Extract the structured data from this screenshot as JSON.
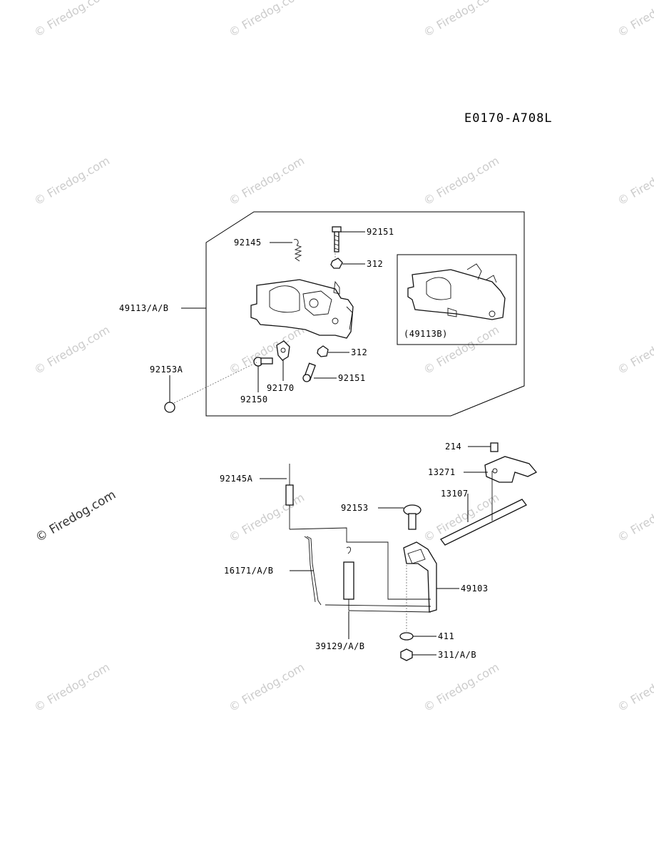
{
  "diagram_code": "E0170-A708L",
  "inset_label": "(49113B)",
  "watermark": "© Firedog.com",
  "parts": {
    "p92145": "92145",
    "p92151_top": "92151",
    "p312_top": "312",
    "p49113": "49113/A/B",
    "p312_bottom": "312",
    "p92153A": "92153A",
    "p92151_bottom": "92151",
    "p92170": "92170",
    "p92150": "92150",
    "p214": "214",
    "p13271": "13271",
    "p92145A": "92145A",
    "p13107": "13107",
    "p92153": "92153",
    "p16171": "16171/A/B",
    "p49103": "49103",
    "p411": "411",
    "p39129": "39129/A/B",
    "p311": "311/A/B"
  }
}
